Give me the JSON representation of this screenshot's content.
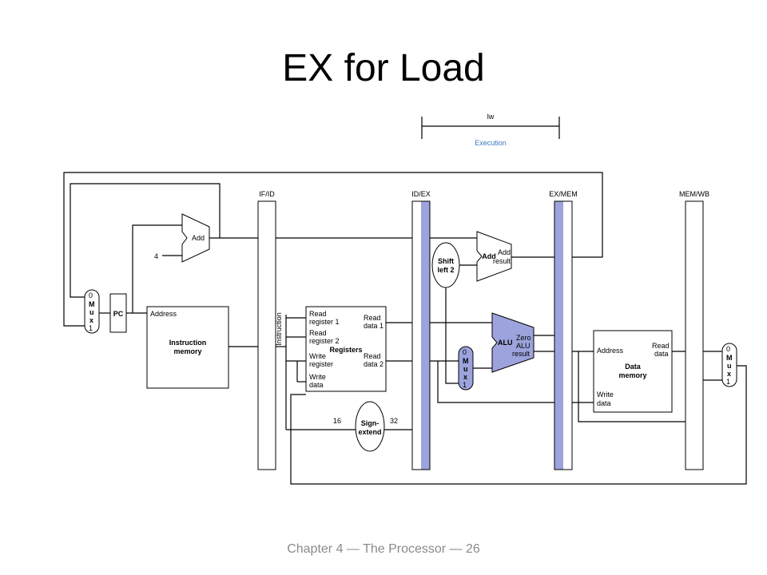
{
  "slide": {
    "title": "EX for Load",
    "footer": "Chapter 4 — The Processor — 26"
  },
  "timeline": {
    "instr": "lw",
    "stage": "Execution",
    "stage_color": "#3a78c0"
  },
  "pipe_regs": {
    "ifid": "IF/ID",
    "idex": "ID/EX",
    "exmem": "EX/MEM",
    "memwb": "MEM/WB"
  },
  "labels": {
    "add": "Add",
    "four": "4",
    "pc": "PC",
    "mux_0": "0",
    "mux_m": "M",
    "mux_u": "u",
    "mux_x": "x",
    "mux_1": "1",
    "address": "Address",
    "instr_mem_1": "Instruction",
    "instr_mem_2": "memory",
    "instruction_vertical": "Instruction",
    "read_reg1_a": "Read",
    "read_reg1_b": "register 1",
    "read_reg2_a": "Read",
    "read_reg2_b": "register 2",
    "write_reg_a": "Write",
    "write_reg_b": "register",
    "write_data_a": "Write",
    "write_data_b": "data",
    "read_data1_a": "Read",
    "read_data1_b": "data 1",
    "read_data2_a": "Read",
    "read_data2_b": "data 2",
    "registers": "Registers",
    "sixteen": "16",
    "thirtytwo": "32",
    "sign_1": "Sign-",
    "sign_2": "extend",
    "shift_1": "Shift",
    "shift_2": "left 2",
    "add2": "Add",
    "add_result_1": "Add",
    "add_result_2": "result",
    "alu": "ALU",
    "zero": "Zero",
    "alu_result_1": "ALU",
    "alu_result_2": "result",
    "dm_address": "Address",
    "dm_read_1": "Read",
    "dm_read_2": "data",
    "dm_1": "Data",
    "dm_2": "memory",
    "dm_write_1": "Write",
    "dm_write_2": "data"
  }
}
